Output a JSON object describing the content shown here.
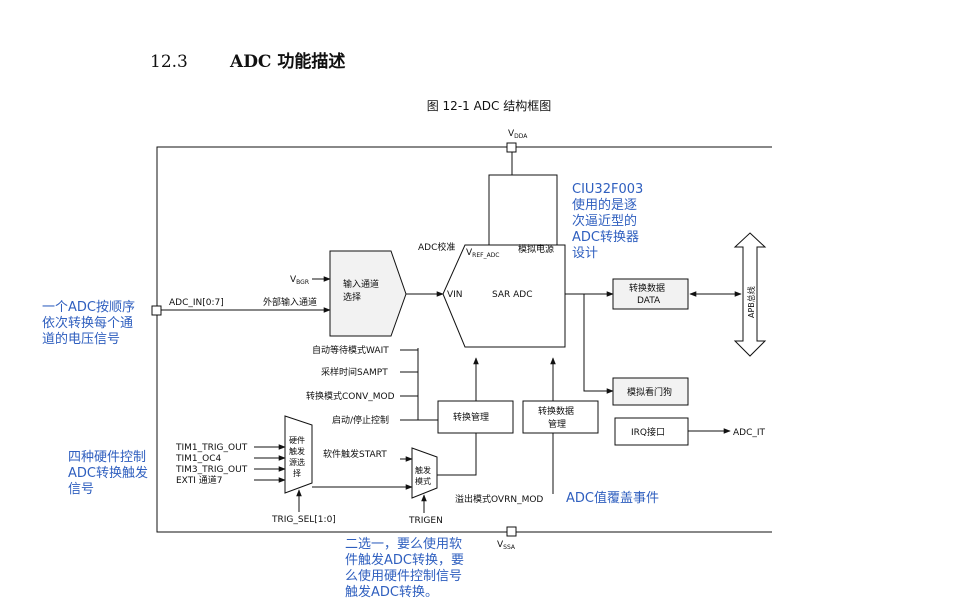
{
  "section": {
    "number": "12.3",
    "title": "ADC 功能描述"
  },
  "figure_caption": "图 12-1   ADC 结构框图",
  "diagram": {
    "vdda": "V",
    "vdda_sub": "DDA",
    "vssa": "V",
    "vssa_sub": "SSA",
    "adc_in": "ADC_IN[0:7]",
    "ext_input": "外部输入通道",
    "vbgr": "V",
    "vbgr_sub": "BGR",
    "input_select_line1": "输入通道",
    "input_select_line2": "选择",
    "adc_cal": "ADC校准",
    "vref": "V",
    "vref_sub": "REF_ADC",
    "analog_power": "模拟电源",
    "vin": "VIN",
    "sar_adc": "SAR ADC",
    "data_line1": "转换数据",
    "data_line2": "DATA",
    "apb_bus": "APB总线",
    "watchdog": "模拟看门狗",
    "irq": "IRQ接口",
    "adc_it": "ADC_IT",
    "conv_mgmt": "转换管理",
    "data_mgmt_line1": "转换数据",
    "data_mgmt_line2": "管理",
    "wait_mode": "自动等待模式WAIT",
    "sampt": "采样时间SAMPT",
    "conv_mode": "转换模式CONV_MOD",
    "start_stop": "启动/停止控制",
    "sw_trigger": "软件触发START",
    "trigger_mode_line1": "触发",
    "trigger_mode_line2": "模式",
    "hw_sel_line1": "硬件",
    "hw_sel_line2": "触发",
    "hw_sel_line3": "源选",
    "hw_sel_line4": "择",
    "trig_inputs": [
      "TIM1_TRIG_OUT",
      "TIM1_OC4",
      "TIM3_TRIG_OUT",
      "EXTI 通道7"
    ],
    "trig_sel": "TRIG_SEL[1:0]",
    "trigen": "TRIGEN",
    "ovrn_mod": "溢出模式OVRN_MOD"
  },
  "notes": {
    "sar_note": "CIU32F003\n使用的是逐\n次逼近型的\nADC转换器\n设计",
    "channel_note": "一个ADC按顺序\n依次转换每个通\n道的电压信号",
    "hw_trigger_note": "四种硬件控制\nADC转换触发\n信号",
    "overrun_note": "ADC值覆盖事件",
    "select_note": "二选一，要么使用软\n件触发ADC转换，要\n么使用硬件控制信号\n触发ADC转换。"
  },
  "colors": {
    "annotation": "#2f5fbf",
    "block_fill": "#f2f2f2",
    "line": "#111111"
  }
}
